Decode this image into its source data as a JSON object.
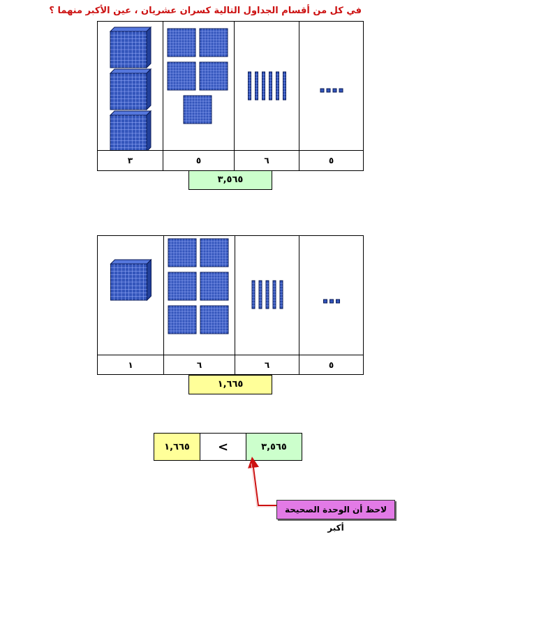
{
  "title": "في كل من أقسام الجداول التالية كسران عشريان ، عين الأكبر منهما ؟",
  "table1": {
    "digits": [
      "٣",
      "٥",
      "٦",
      "٥"
    ],
    "value": "٣,٥٦٥",
    "value_color": "#ccffcc"
  },
  "table2": {
    "digits": [
      "١",
      "٦",
      "٦",
      "٥"
    ],
    "value": "١,٦٦٥",
    "value_color": "#ffff99"
  },
  "comparison": {
    "left": "١,٦٦٥",
    "sign": "<",
    "right": "٣,٥٦٥"
  },
  "note": "لاحظ أن الوحدة الصحيحة أكبر",
  "colors": {
    "title": "#cc1111",
    "block": "#3355bb",
    "note_bg": "#e27ae6",
    "arrow": "#cc1111"
  }
}
